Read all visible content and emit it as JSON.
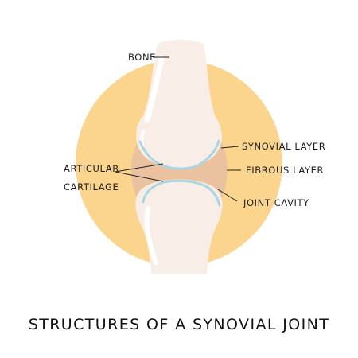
{
  "labels": {
    "bone": "BONE",
    "synovial_layer": "SYNOVIAL LAYER",
    "fibrous_layer": "FIBROUS LAYER",
    "articular_line1": "ARTICULAR",
    "articular_line2": "CARTILAGE",
    "joint_cavity": "JOINT CAVITY"
  },
  "title": "STRUCTURES OF A SYNOVIAL JOINT",
  "colors": {
    "circle": "#fbd58e",
    "capsule": "#ebc29f",
    "bone": "#f8eee7",
    "highlight": "#ffffff",
    "cartilage": "#a9d6e2",
    "line": "#222222"
  }
}
